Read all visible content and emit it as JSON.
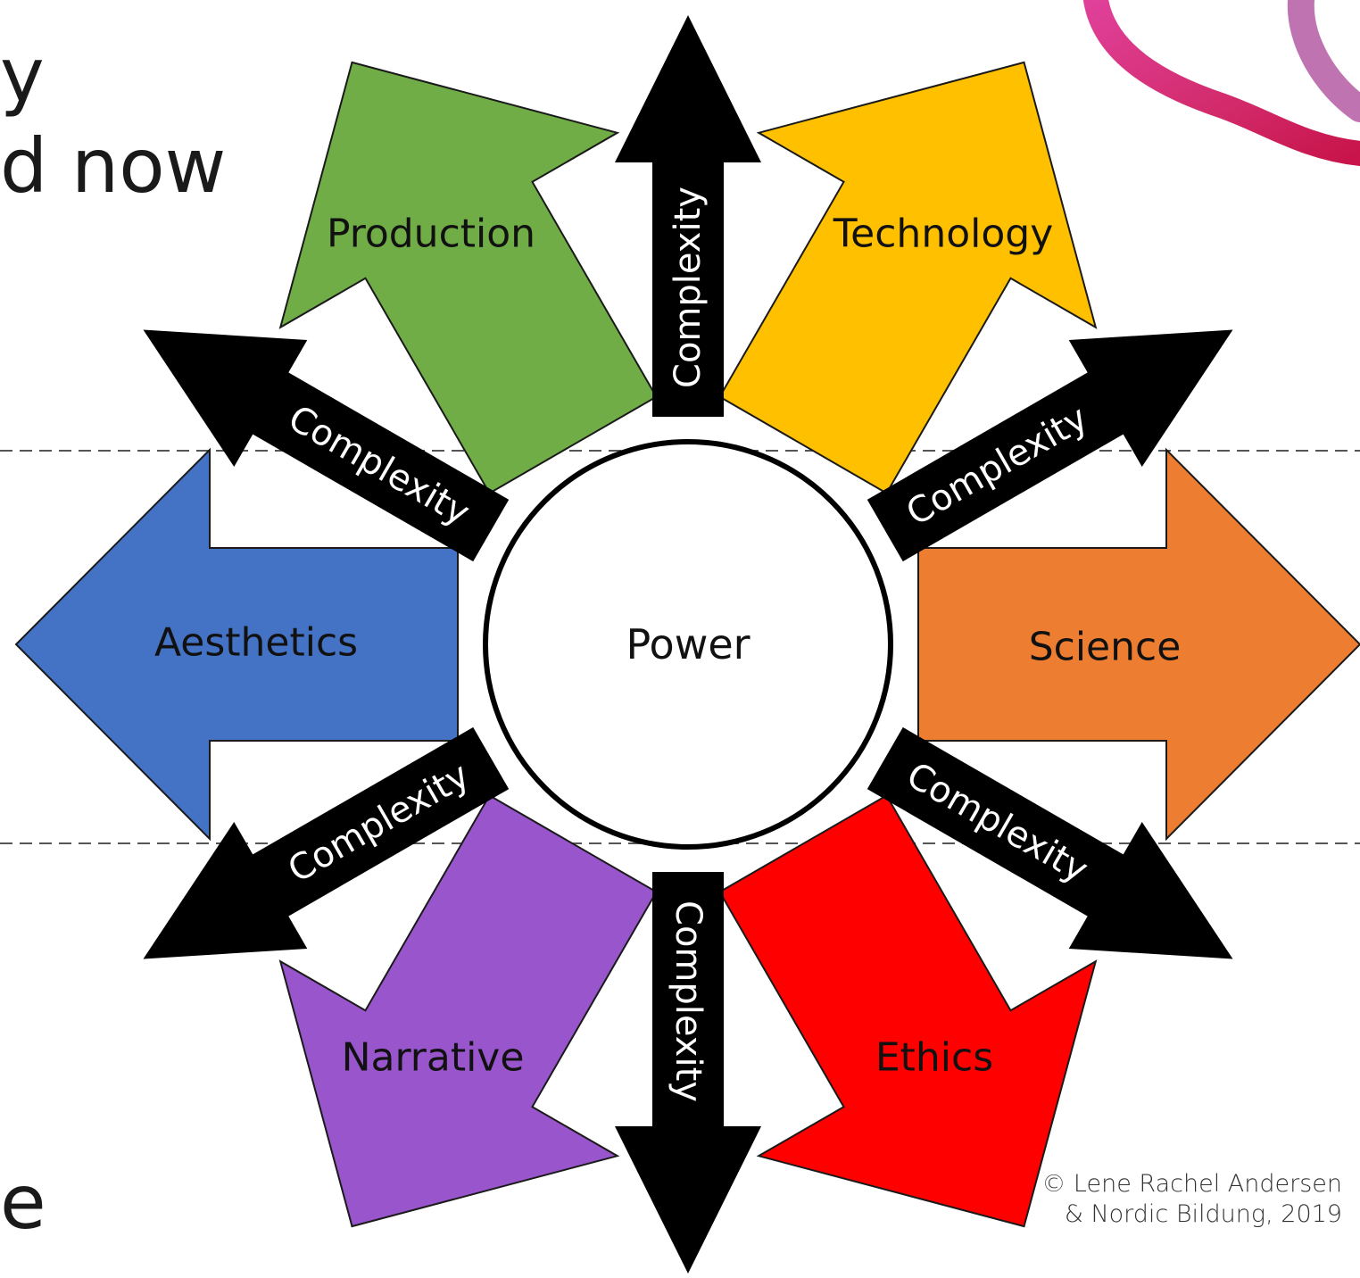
{
  "slide_fragments": {
    "line1": "y",
    "line2": "d now",
    "line3": "e"
  },
  "center": {
    "label": "Power"
  },
  "domains": [
    {
      "id": "science",
      "label": "Science",
      "color": "#ED7D31"
    },
    {
      "id": "technology",
      "label": "Technology",
      "color": "#FFC000"
    },
    {
      "id": "production",
      "label": "Production",
      "color": "#70AD47"
    },
    {
      "id": "aesthetics",
      "label": "Aesthetics",
      "color": "#4472C4"
    },
    {
      "id": "narrative",
      "label": "Narrative",
      "color": "#9955CC"
    },
    {
      "id": "ethics",
      "label": "Ethics",
      "color": "#FF0000"
    }
  ],
  "complexity_label": "Complexity",
  "copyright": {
    "line1": "© Lene Rachel Andersen",
    "line2": "& Nordic Bildung, 2019"
  }
}
